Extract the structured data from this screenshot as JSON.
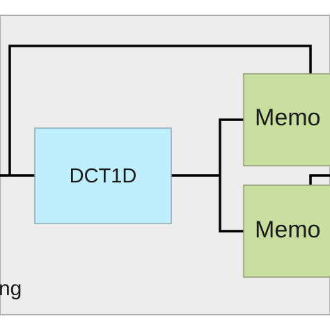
{
  "diagram": {
    "background_color": "#ececec",
    "frame_color": "#9a9a9a",
    "wire_color": "#000000",
    "blocks": {
      "dct": {
        "label": "DCT1D",
        "fill": "#bfeefc",
        "border": "#8fa9b4"
      },
      "memory_top": {
        "label": "Memo",
        "fill": "#c9dfa0",
        "border": "#8a9d74"
      },
      "memory_bottom": {
        "label": "Memo",
        "fill": "#c9dfa0",
        "border": "#8a9d74"
      }
    },
    "caption_fragment": "ng"
  }
}
